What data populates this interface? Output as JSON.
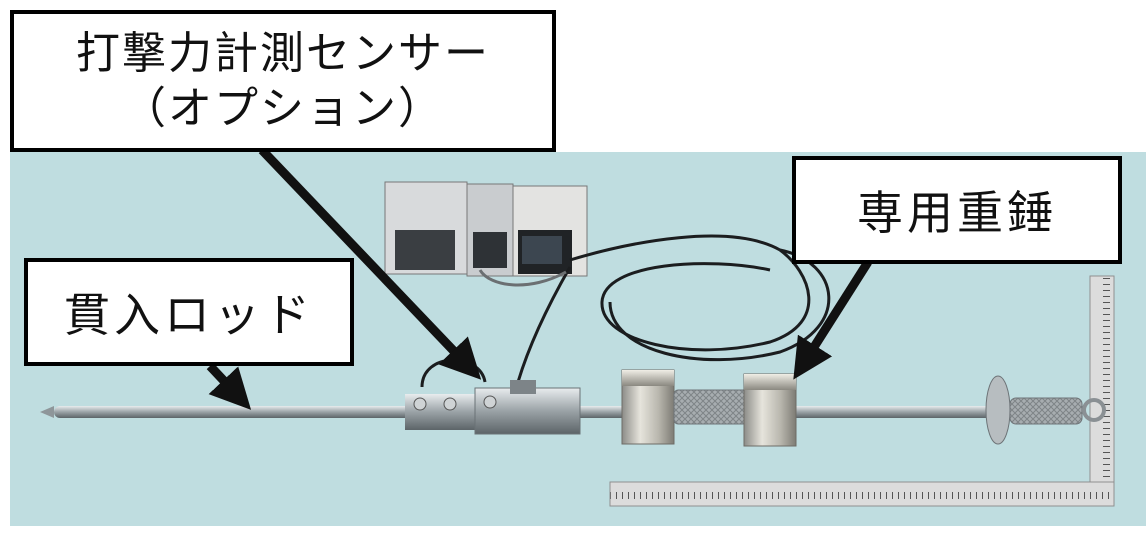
{
  "labels": {
    "sensor_line1": "打撃力計測センサー",
    "sensor_line2": "（オプション）",
    "rod": "貫入ロッド",
    "hammer": "専用重錘"
  },
  "colors": {
    "background": "#bfdde0",
    "callout_border": "#000000",
    "arrow": "#111111"
  }
}
